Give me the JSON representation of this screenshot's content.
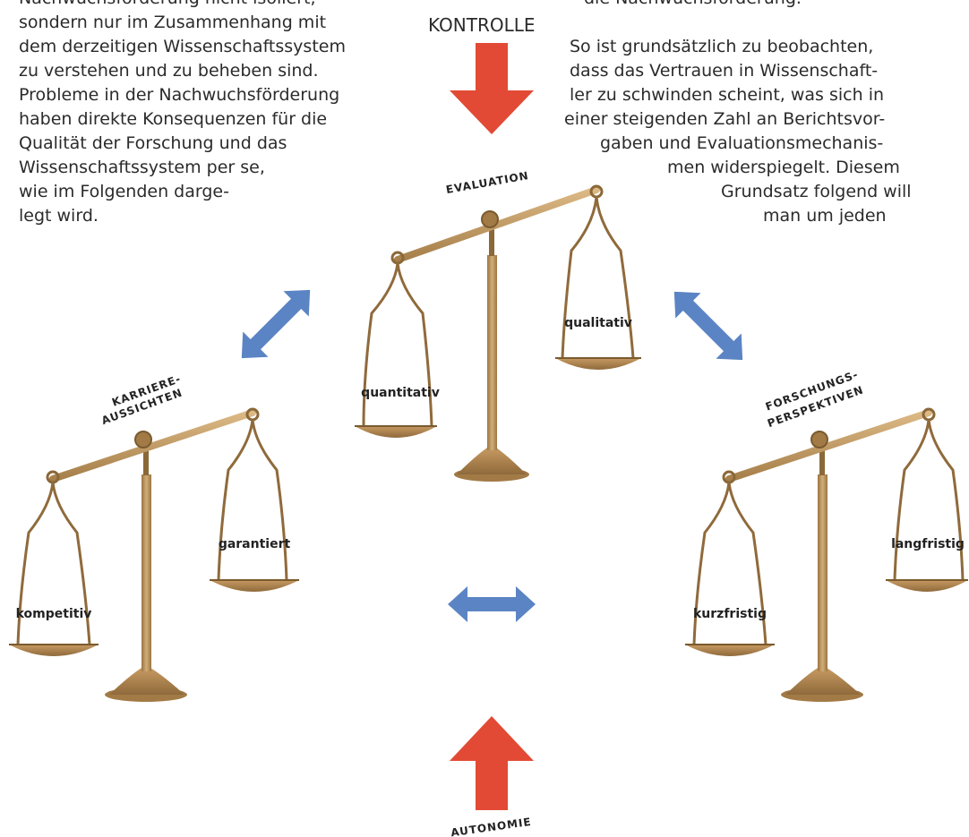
{
  "left_text": [
    "Nachwuchsförderung nicht isoliert,",
    "sondern nur im Zusammenhang mit",
    "dem derzeitigen Wissenschaftssystem",
    "zu verstehen und zu beheben sind.",
    "Probleme in der Nachwuchsförderung",
    "haben direkte Konsequenzen für die",
    "Qualität der Forschung und das",
    "Wissenschaftssystem per se,",
    "wie im Folgenden darge-",
    "legt wird."
  ],
  "right_text": [
    "die Nachwuchsförderung.",
    "",
    "So ist grundsätzlich zu beobachten,",
    "dass das Vertrauen in Wissenschaft-",
    "ler zu schwinden scheint, was sich in",
    "einer steigenden Zahl an Berichtsvor-",
    "gaben und Evaluationsmechanis-",
    "men widerspiegelt. Diesem",
    "Grundsatz folgend will",
    "man um jeden"
  ],
  "top_label": "KONTROLLE",
  "bottom_label": "AUTONOMIE",
  "scales": {
    "center": {
      "title": "EVALUATION",
      "left_pan": "quantitativ",
      "right_pan": "qualitativ"
    },
    "left": {
      "title_line1": "KARRIERE-",
      "title_line2": "AUSSICHTEN",
      "left_pan": "kompetitiv",
      "right_pan": "garantiert"
    },
    "right": {
      "title_line1": "FORSCHUNGS-",
      "title_line2": "PERSPEKTIVEN",
      "left_pan": "kurzfristig",
      "right_pan": "langfristig"
    }
  },
  "colors": {
    "red_arrow": "#e24a35",
    "blue_arrow": "#5b84c4",
    "brass": "#b08a52",
    "brass_dark": "#8a6838",
    "brass_light": "#d4b07a"
  }
}
